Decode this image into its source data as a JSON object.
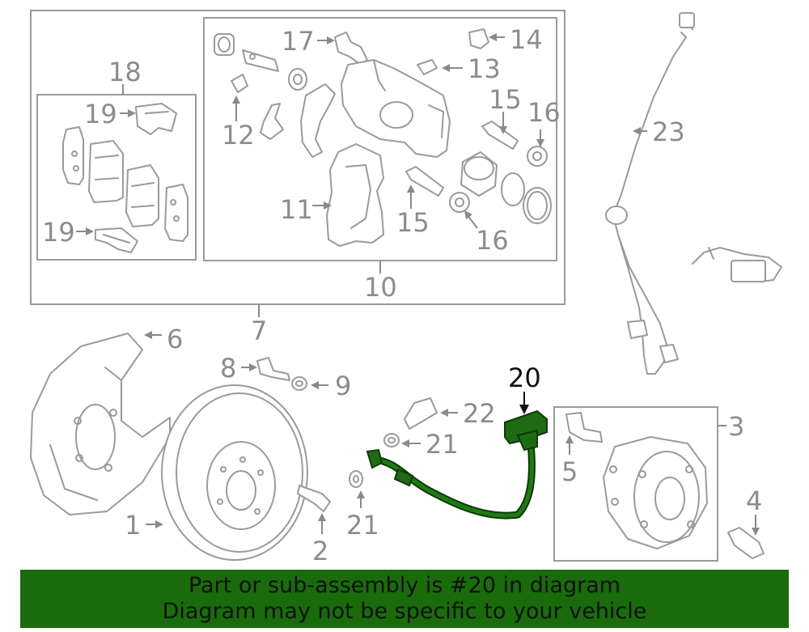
{
  "callouts": {
    "c1": "1",
    "c2": "2",
    "c3": "3",
    "c4": "4",
    "c5": "5",
    "c6": "6",
    "c7": "7",
    "c8": "8",
    "c9": "9",
    "c10": "10",
    "c11": "11",
    "c12": "12",
    "c13": "13",
    "c14": "14",
    "c15a": "15",
    "c15b": "15",
    "c16a": "16",
    "c16b": "16",
    "c17": "17",
    "c18": "18",
    "c19a": "19",
    "c19b": "19",
    "c20": "20",
    "c21a": "21",
    "c21b": "21",
    "c22": "22",
    "c23": "23"
  },
  "highlighted_part": "20",
  "colors": {
    "highlight": "#1e6b14",
    "banner": "#1a6b0c",
    "line_art": "#9a9a9a"
  },
  "banner": {
    "line1": "Part or sub-assembly is #20 in diagram",
    "line2": "Diagram may not be specific to your vehicle"
  }
}
